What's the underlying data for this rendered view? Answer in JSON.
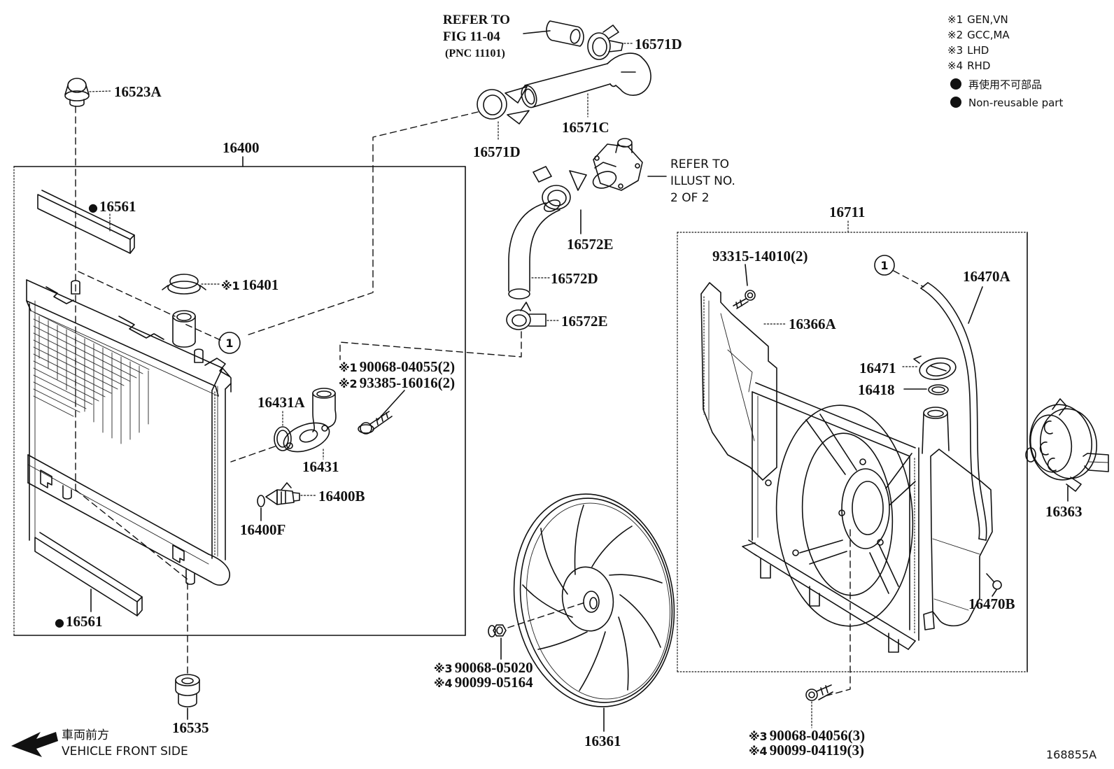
{
  "figure": {
    "code": "168855A"
  },
  "legend": {
    "items": [
      {
        "symbol": "※1",
        "text": "GEN,VN"
      },
      {
        "symbol": "※2",
        "text": "GCC,MA"
      },
      {
        "symbol": "※3",
        "text": "LHD"
      },
      {
        "symbol": "※4",
        "text": "RHD"
      }
    ],
    "non_reusable": {
      "jp": "再使用不可部品",
      "en": "Non-reusable part"
    }
  },
  "orientation": {
    "jp": "車両前方",
    "en": "VEHICLE FRONT SIDE"
  },
  "references": {
    "fig": {
      "l1": "REFER TO",
      "l2": "FIG 11-04",
      "l3": "(PNC 11101)"
    },
    "illust": {
      "l1": "REFER TO",
      "l2": "ILLUST NO.",
      "l3": "2 OF 2"
    }
  },
  "markers": {
    "assembly": "1"
  },
  "parts": {
    "p16523A": {
      "text": "16523A"
    },
    "p16400": {
      "text": "16400"
    },
    "p16561_top": {
      "prefix": "●",
      "text": "16561"
    },
    "p16401": {
      "prefix": "※1",
      "text": "16401"
    },
    "p16431A": {
      "text": "16431A"
    },
    "p16431": {
      "text": "16431"
    },
    "p90068_04055": {
      "prefix": "※1",
      "text": "90068-04055(2)"
    },
    "p93385_16016": {
      "prefix": "※2",
      "text": "93385-16016(2)"
    },
    "p16400B": {
      "text": "16400B"
    },
    "p16400F": {
      "text": "16400F"
    },
    "p16561_bottom": {
      "prefix": "●",
      "text": "16561"
    },
    "p16535": {
      "text": "16535"
    },
    "p16571D_top": {
      "text": "16571D"
    },
    "p16571C": {
      "text": "16571C"
    },
    "p16571D_left": {
      "text": "16571D"
    },
    "p16572E_top": {
      "text": "16572E"
    },
    "p16572D": {
      "text": "16572D"
    },
    "p16572E_bottom": {
      "text": "16572E"
    },
    "p16711": {
      "text": "16711"
    },
    "p93315_14010": {
      "text": "93315-14010(2)"
    },
    "p16366A": {
      "text": "16366A"
    },
    "p16470A": {
      "text": "16470A"
    },
    "p16471": {
      "text": "16471"
    },
    "p16418": {
      "text": "16418"
    },
    "p16363": {
      "text": "16363"
    },
    "p16470B": {
      "text": "16470B"
    },
    "p16361": {
      "text": "16361"
    },
    "p90068_05020": {
      "prefix": "※3",
      "text": "90068-05020"
    },
    "p90099_05164": {
      "prefix": "※4",
      "text": "90099-05164"
    },
    "p90068_04056": {
      "prefix": "※3",
      "text": "90068-04056(3)"
    },
    "p90099_04119": {
      "prefix": "※4",
      "text": "90099-04119(3)"
    }
  }
}
